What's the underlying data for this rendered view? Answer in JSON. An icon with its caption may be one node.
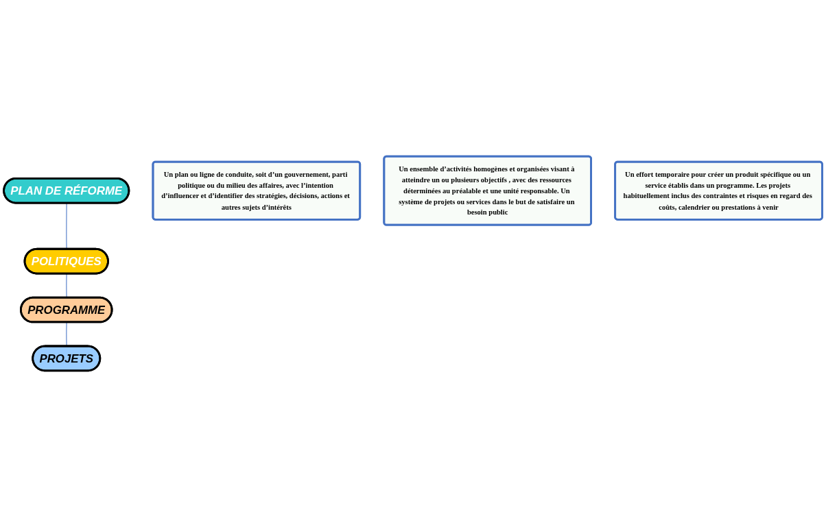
{
  "diagram": {
    "nodes": [
      {
        "text": [
          "PLAN DE RÉFORME"
        ]
      },
      {
        "text": [
          "POLITIQUES"
        ]
      },
      {
        "text": [
          "Un plan ou ligne de conduite, soit d’un gouvernement, parti politique ou du milieu des affaires, avec l’intention d’influencer et d’identifier des stratégies, décisions, actions et autres sujets d’intérêts"
        ]
      },
      {
        "text": [
          "PROGRAMME"
        ]
      },
      {
        "text": [
          "Un ensemble d’activités homogènes et organisées visant à atteindre un ou plusieurs objectifs , avec des ressources déterminées au préalable et une unité responsable. Un système de projets ou services dans le but de satisfaire un besoin public"
        ]
      },
      {
        "text": [
          "PROJETS"
        ]
      },
      {
        "text": [
          "Un effort temporaire pour créer un produit spécifique ou un service établis dans un programme. Les projets habituellement inclus des contraintes et risques en regard des coûts, calendrier ou prestations à venir"
        ]
      }
    ],
    "edges": [
      {
        "from": 0,
        "to": 1,
        "arrow": "none"
      },
      {
        "from": 1,
        "to": 3,
        "arrow": "none"
      },
      {
        "from": 3,
        "to": 5,
        "arrow": "none"
      }
    ]
  }
}
